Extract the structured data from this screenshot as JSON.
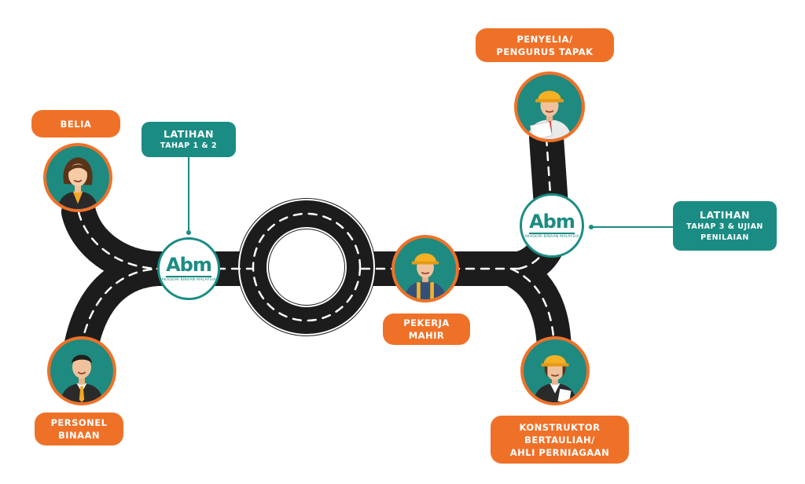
{
  "labels": {
    "belia": "BELIA",
    "personel_line1": "PERSONEL",
    "personel_line2": "BINAAN",
    "pekerja_line1": "PEKERJA",
    "pekerja_line2": "MAHIR",
    "penyelia_line1": "PENYELIA/",
    "penyelia_line2": "PENGURUS TAPAK",
    "konstruktor_line1": "KONSTRUKTOR",
    "konstruktor_line2": "BERTAULIAH/",
    "konstruktor_line3": "AHLI PERNIAGAAN"
  },
  "training": {
    "left_title": "LATIHAN",
    "left_sub": "TAHAP 1 & 2",
    "right_title": "LATIHAN",
    "right_sub1": "TAHAP 3 & UJIAN",
    "right_sub2": "PENILAIAN"
  },
  "logo": {
    "text": "Abm",
    "subtitle": "AKADEMI BINAAN MALAYSIA"
  },
  "icons": {
    "belia": "woman-avatar-icon",
    "personel": "businessman-avatar-icon",
    "pekerja": "construction-worker-avatar-icon",
    "penyelia": "site-supervisor-avatar-icon",
    "konstruktor": "female-engineer-avatar-icon"
  },
  "colors": {
    "orange": "#ef7128",
    "teal": "#1b8c83",
    "road": "#1c1c1c",
    "hardhat": "#f6b024"
  }
}
